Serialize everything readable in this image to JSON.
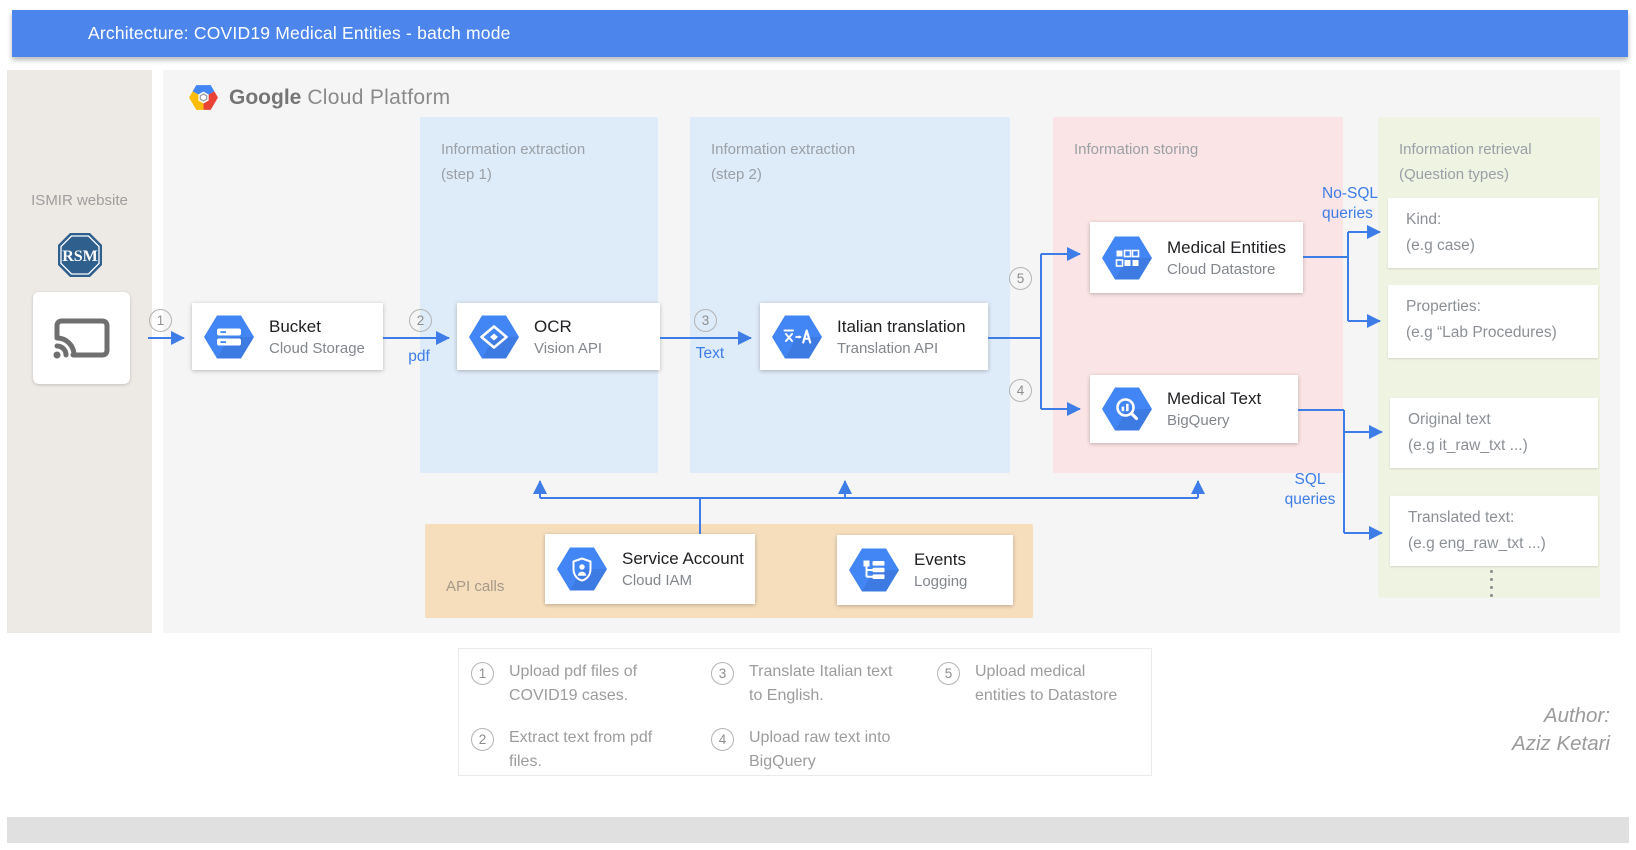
{
  "title_bar": {
    "text": "Architecture: COVID19 Medical Entities - batch mode"
  },
  "brand": {
    "google": "Google",
    "rest": "Cloud Platform"
  },
  "sidebar": {
    "label": "ISMIR website",
    "logo_monogram": "RSM"
  },
  "panels": {
    "step1": "Information extraction\n(step 1)",
    "step2": "Information extraction\n(step 2)",
    "storing": "Information storing",
    "retrieval": "Information retrieval\n(Question  types)",
    "api_calls": "API calls"
  },
  "nodes": {
    "bucket": {
      "title": "Bucket",
      "subtitle": "Cloud Storage"
    },
    "ocr": {
      "title": "OCR",
      "subtitle": "Vision API"
    },
    "translation": {
      "title": "Italian translation",
      "subtitle": "Translation API"
    },
    "datastore": {
      "title": "Medical Entities",
      "subtitle": "Cloud Datastore"
    },
    "bigquery": {
      "title": "Medical Text",
      "subtitle": "BigQuery"
    },
    "iam": {
      "title": "Service Account",
      "subtitle": "Cloud IAM"
    },
    "logging": {
      "title": "Events",
      "subtitle": "Logging"
    }
  },
  "flow_labels": {
    "n1": "1",
    "n2": "2",
    "n3": "3",
    "n4": "4",
    "n5": "5",
    "pdf": "pdf",
    "text": "Text",
    "nosql": "No-SQL\nqueries",
    "sql": "SQL\nqueries"
  },
  "retrieval_boxes": [
    {
      "text": "Kind:\n(e.g case)"
    },
    {
      "text": "Properties:\n(e.g “Lab Procedures)"
    },
    {
      "text": "Original text\n(e.g it_raw_txt ...)"
    },
    {
      "text": "Translated text:\n(e.g eng_raw_txt ...)"
    }
  ],
  "legend": {
    "items": [
      {
        "num": "1",
        "text": "Upload pdf files of\nCOVID19 cases."
      },
      {
        "num": "2",
        "text": "Extract text from pdf\nfiles."
      },
      {
        "num": "3",
        "text": "Translate Italian text\nto English."
      },
      {
        "num": "4",
        "text": "Upload raw text into\nBigQuery"
      },
      {
        "num": "5",
        "text": "Upload medical\nentities to Datastore"
      }
    ]
  },
  "author": "Author:\nAziz Ketari",
  "colors": {
    "titlebar_blue": "#4C86EC",
    "arrow_blue": "#3E7DE7",
    "hexagon_blue": "#4285F4",
    "panel_blue": "#DEEBF8",
    "panel_pink": "#FBE4E5",
    "panel_green": "#EFF3E2",
    "panel_orange": "#F6DEBD",
    "sidebar_beige": "#EDE9E5",
    "canvas_gray": "#F5F5F6"
  }
}
